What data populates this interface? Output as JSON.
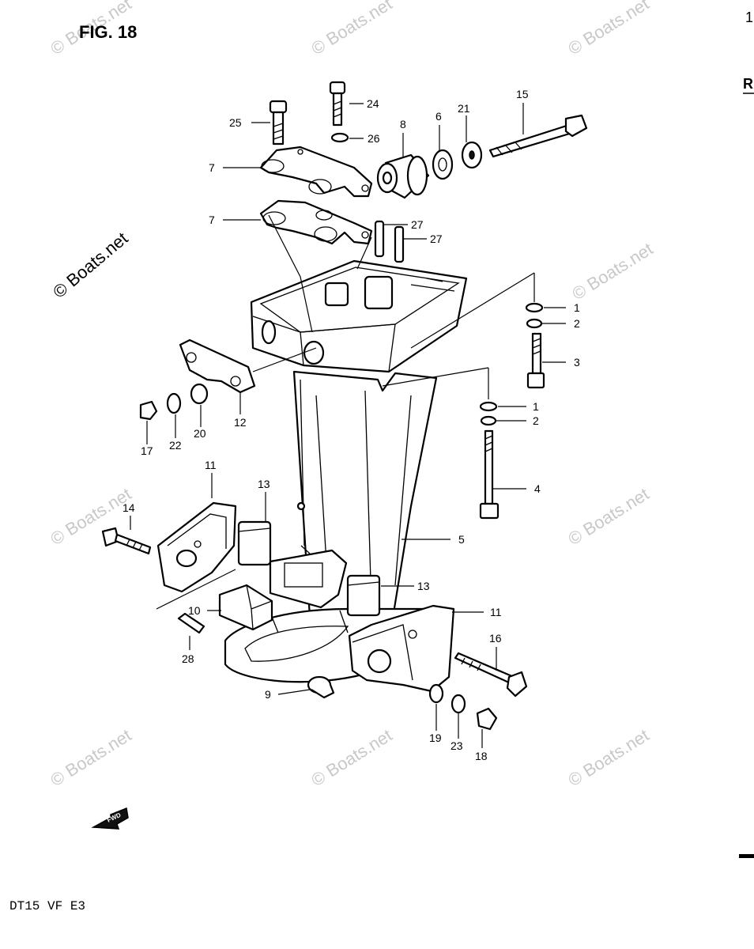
{
  "figure": {
    "title": "FIG. 18",
    "footer": "DT15  VF  E3",
    "fwd_symbol": "FWD"
  },
  "watermark": "© Boats.net",
  "edge_fragments": {
    "top": "1",
    "second": "RI"
  },
  "callouts": [
    {
      "id": "c24",
      "label": "24"
    },
    {
      "id": "c25",
      "label": "25"
    },
    {
      "id": "c26",
      "label": "26"
    },
    {
      "id": "c8",
      "label": "8"
    },
    {
      "id": "c6",
      "label": "6"
    },
    {
      "id": "c21",
      "label": "21"
    },
    {
      "id": "c15",
      "label": "15"
    },
    {
      "id": "c7a",
      "label": "7"
    },
    {
      "id": "c7b",
      "label": "7"
    },
    {
      "id": "c27a",
      "label": "27"
    },
    {
      "id": "c27b",
      "label": "27"
    },
    {
      "id": "c1a",
      "label": "1"
    },
    {
      "id": "c2a",
      "label": "2"
    },
    {
      "id": "c3",
      "label": "3"
    },
    {
      "id": "c1b",
      "label": "1"
    },
    {
      "id": "c2b",
      "label": "2"
    },
    {
      "id": "c4",
      "label": "4"
    },
    {
      "id": "c5",
      "label": "5"
    },
    {
      "id": "c12",
      "label": "12"
    },
    {
      "id": "c17",
      "label": "17"
    },
    {
      "id": "c22",
      "label": "22"
    },
    {
      "id": "c20",
      "label": "20"
    },
    {
      "id": "c11a",
      "label": "11"
    },
    {
      "id": "c13a",
      "label": "13"
    },
    {
      "id": "c14",
      "label": "14"
    },
    {
      "id": "c13b",
      "label": "13"
    },
    {
      "id": "c10",
      "label": "10"
    },
    {
      "id": "c11b",
      "label": "11"
    },
    {
      "id": "c28",
      "label": "28"
    },
    {
      "id": "c16",
      "label": "16"
    },
    {
      "id": "c9",
      "label": "9"
    },
    {
      "id": "c19",
      "label": "19"
    },
    {
      "id": "c23",
      "label": "23"
    },
    {
      "id": "c18",
      "label": "18"
    }
  ]
}
